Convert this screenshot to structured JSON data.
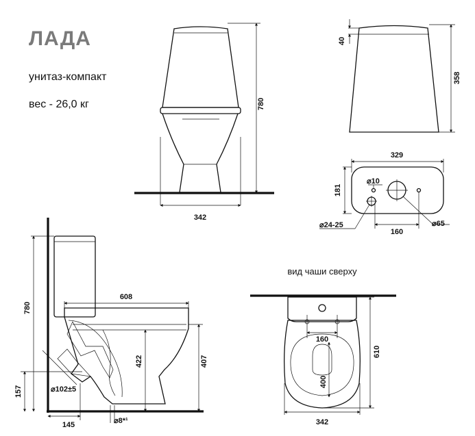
{
  "header": {
    "title": "ЛАДА",
    "subtitle": "унитаз-компакт",
    "weight": "вес - 26,0 кг"
  },
  "dims": {
    "front_height": "780",
    "front_width": "342",
    "tank_top": "40",
    "tank_height": "358",
    "tank_width": "329",
    "tank_depth": "181",
    "hole_small": "⌀10",
    "hole_inlet": "⌀24-25",
    "hole_spacing": "160",
    "hole_button": "⌀65",
    "side_height": "780",
    "side_length": "608",
    "side_inner": "422",
    "side_rim": "407",
    "outlet_height": "157",
    "outlet_diam": "⌀102±5",
    "outlet_offset": "145",
    "mount_hole": "⌀8*¹",
    "top_label": "вид чаши сверху",
    "top_holes": "160",
    "top_seat": "400",
    "top_length": "610",
    "top_width": "342"
  }
}
